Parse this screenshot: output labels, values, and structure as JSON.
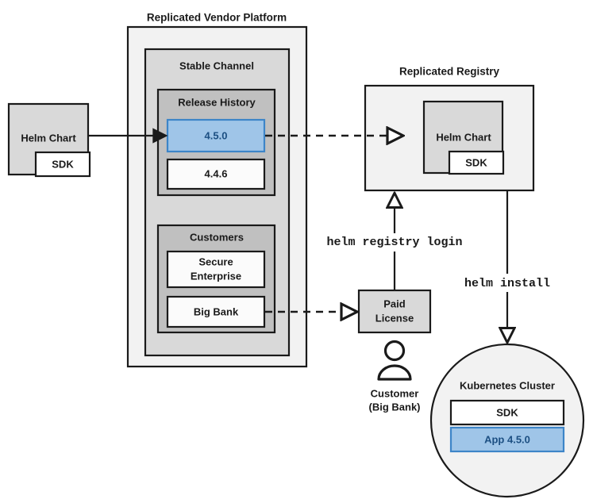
{
  "diagram": {
    "title_vendor_platform": "Replicated Vendor Platform",
    "title_registry": "Replicated Registry",
    "colors": {
      "accent_blue_fill": "#9fc5e8",
      "accent_blue_stroke": "#3d85c8",
      "accent_blue_text": "#1c4f82",
      "outline": "#1a1a1a",
      "fill_lightest": "#f2f2f2",
      "fill_mid": "#d9d9d9",
      "fill_dark": "#c0c0c0",
      "fill_white": "#fbfbfb",
      "background": "#ffffff"
    },
    "source_chart": {
      "label": "Helm Chart",
      "sdk_label": "SDK"
    },
    "vendor_platform": {
      "label": "Replicated Vendor Platform",
      "channel": {
        "label": "Stable Channel",
        "release_history": {
          "label": "Release History",
          "releases": [
            {
              "version": "4.5.0",
              "highlighted": true
            },
            {
              "version": "4.4.6",
              "highlighted": false
            }
          ]
        },
        "customers": {
          "label": "Customers",
          "entries": [
            {
              "name": "Secure\nEnterprise",
              "line1": "Secure",
              "line2": "Enterprise"
            },
            {
              "name": "Big Bank",
              "line1": "Big Bank",
              "line2": ""
            }
          ]
        }
      }
    },
    "registry": {
      "label": "Replicated Registry",
      "chart": {
        "label": "Helm Chart",
        "sdk_label": "SDK"
      }
    },
    "license": {
      "line1": "Paid",
      "line2": "License"
    },
    "customer_actor": {
      "line1": "Customer",
      "line2": "(Big Bank)",
      "icon": "person-icon"
    },
    "cluster": {
      "label": "Kubernetes Cluster",
      "components": [
        {
          "label": "SDK",
          "highlighted": false
        },
        {
          "label": "App 4.5.0",
          "highlighted": true
        }
      ]
    },
    "commands": {
      "registry_login": "helm registry login",
      "install": "helm install"
    },
    "edges": [
      {
        "name": "chart-to-release",
        "style": "solid",
        "arrow": "filled"
      },
      {
        "name": "release-to-registry",
        "style": "dashed",
        "arrow": "open"
      },
      {
        "name": "bigbank-to-license",
        "style": "dashed",
        "arrow": "open"
      },
      {
        "name": "license-to-registry",
        "style": "solid",
        "arrow": "open",
        "label": "helm registry login"
      },
      {
        "name": "registry-to-cluster",
        "style": "solid",
        "arrow": "open",
        "label": "helm install"
      }
    ]
  }
}
